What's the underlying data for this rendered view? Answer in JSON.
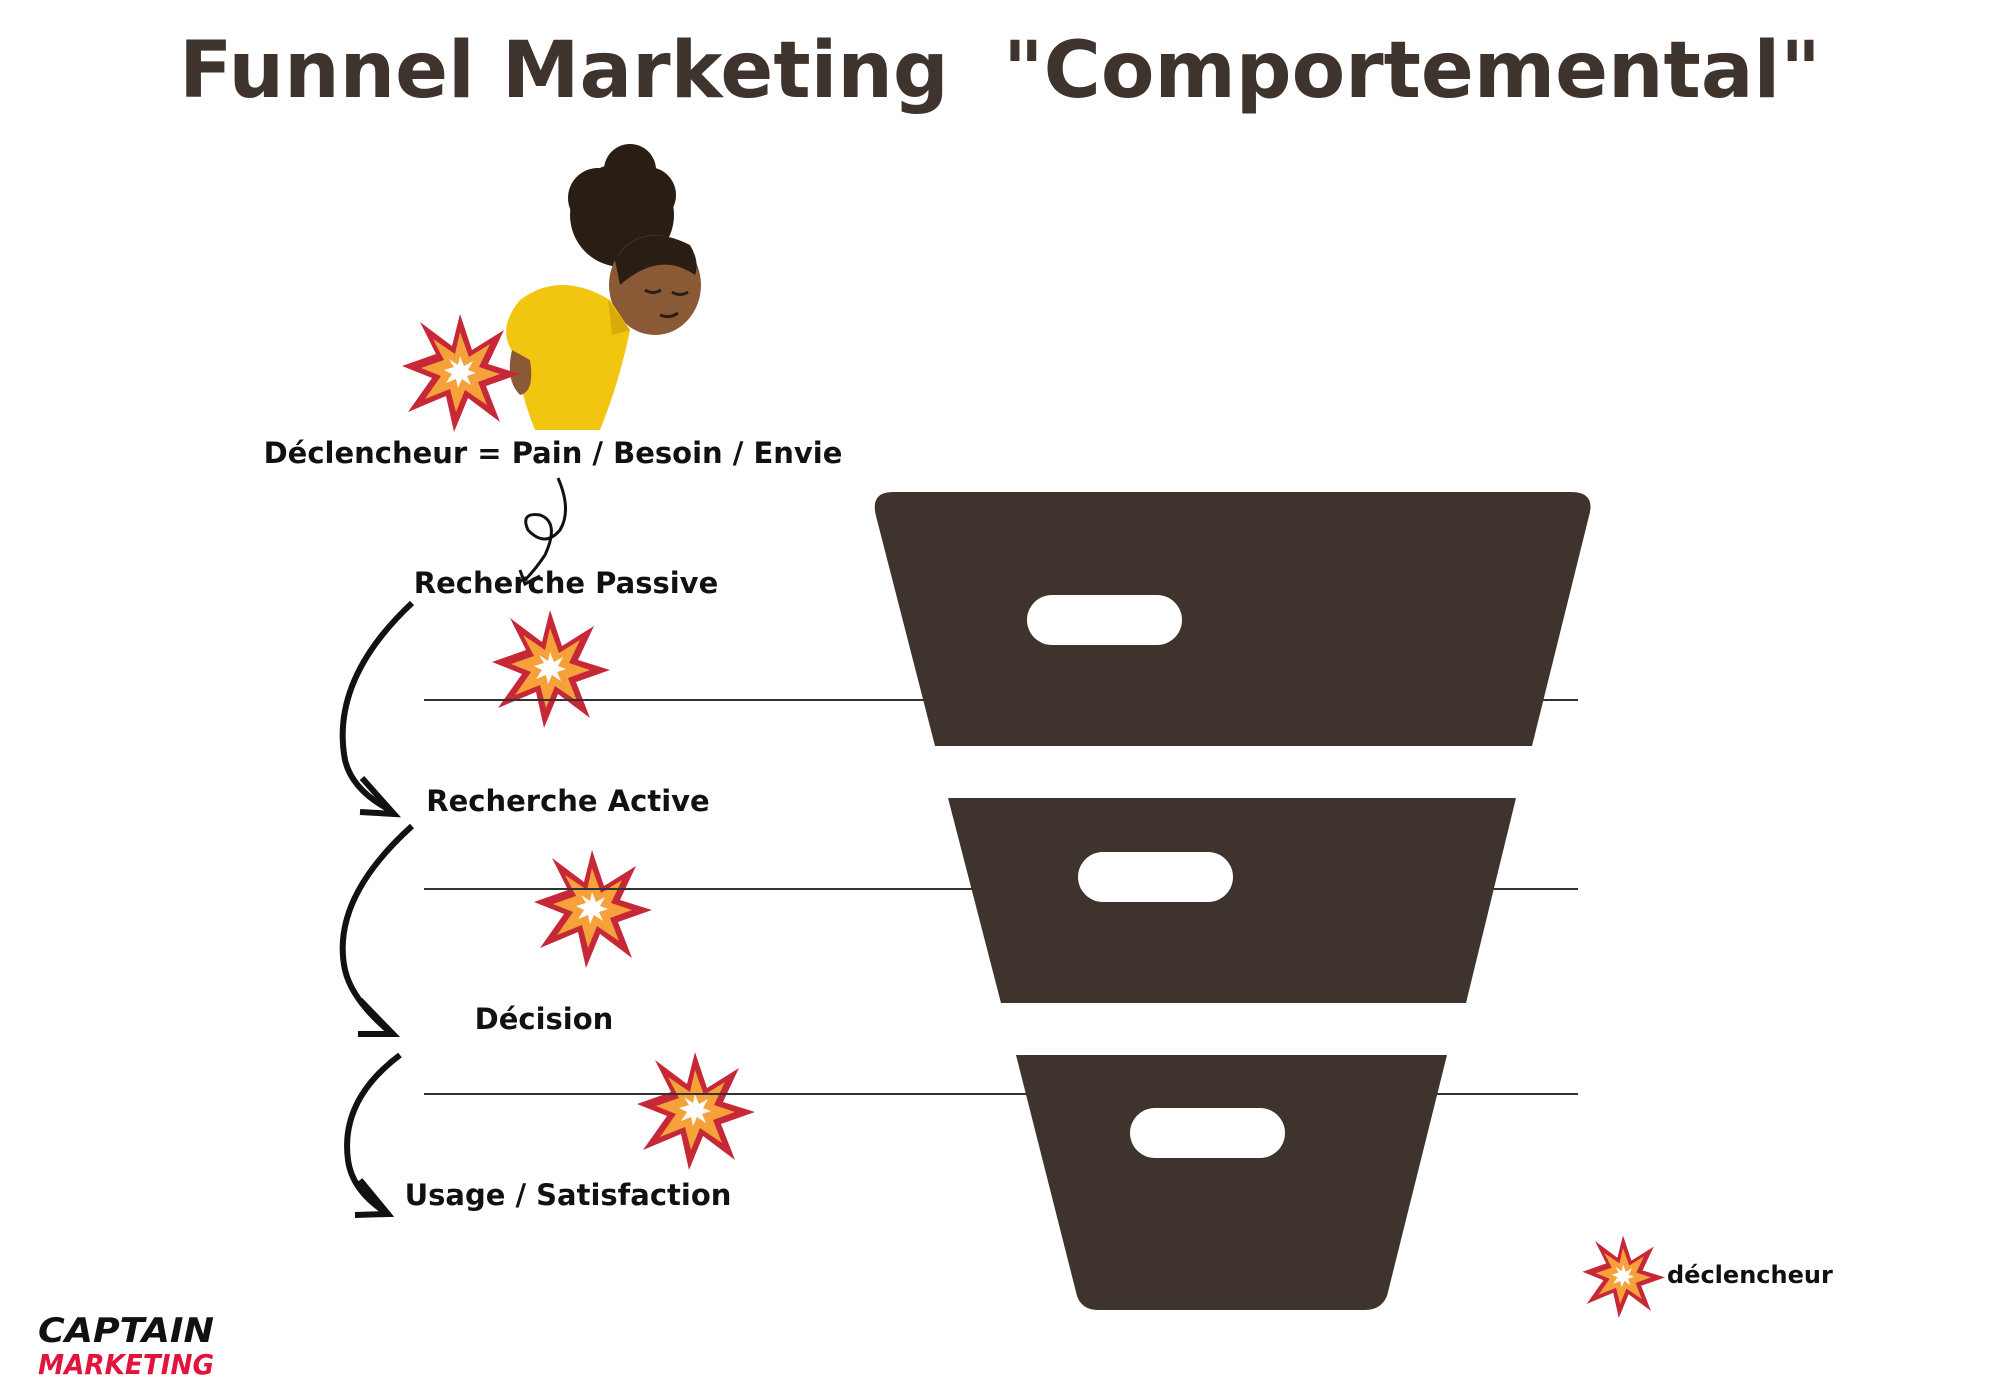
{
  "title": "Funnel Marketing  \"Comportemental\"",
  "trigger_label": "Déclencheur = Pain / Besoin / Envie",
  "stages": [
    {
      "label": "Recherche Passive"
    },
    {
      "label": "Recherche Active"
    },
    {
      "label": "Décision"
    },
    {
      "label": "Usage / Satisfaction"
    }
  ],
  "legend": {
    "icon": "explosion-burst-icon",
    "label": "déclencheur"
  },
  "logo": {
    "line1": "CAPTAIN",
    "line2": "MARKETING"
  },
  "colors": {
    "title": "#3f342d",
    "funnel": "#3f342d",
    "burst_outer": "#c62838",
    "burst_mid": "#f7a13a",
    "shirt": "#f2c511",
    "logo_red": "#e0143c"
  }
}
